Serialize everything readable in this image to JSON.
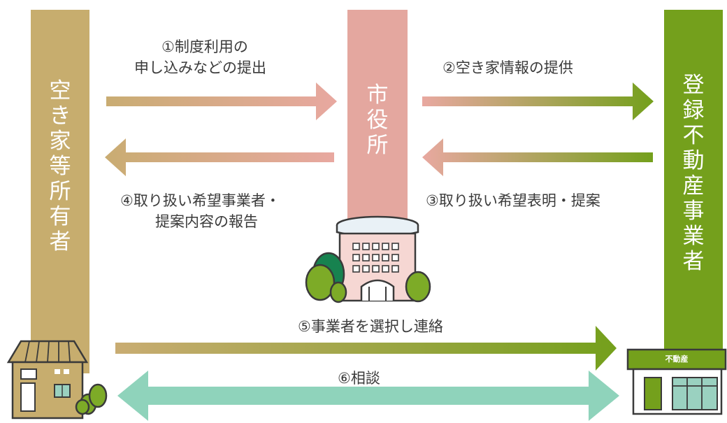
{
  "columns": {
    "owner": {
      "label": "空\nき\n家\n等\n所\n有\n者"
    },
    "city_hall": {
      "label": "市\n役\n所"
    },
    "real_estate": {
      "label": "登\n録\n不\n動\n産\n事\n業\n者"
    }
  },
  "steps": {
    "step1": {
      "line1": "①制度利用の",
      "line2": "申し込みなどの提出"
    },
    "step2": {
      "text": "②空き家情報の提供"
    },
    "step3": {
      "text": "③取り扱い希望表明・提案"
    },
    "step4": {
      "line1": "④取り扱い希望事業者・",
      "line2": "提案内容の報告"
    },
    "step5": {
      "text": "⑤事業者を選択し連絡"
    },
    "step6": {
      "text": "⑥相談"
    }
  },
  "shop_sign": "不動産",
  "colors": {
    "owner_tan": "#c7ad6e",
    "city_pink": "#e4a79f",
    "agent_green": "#74a01c",
    "consult_teal": "#8fd3bb"
  }
}
